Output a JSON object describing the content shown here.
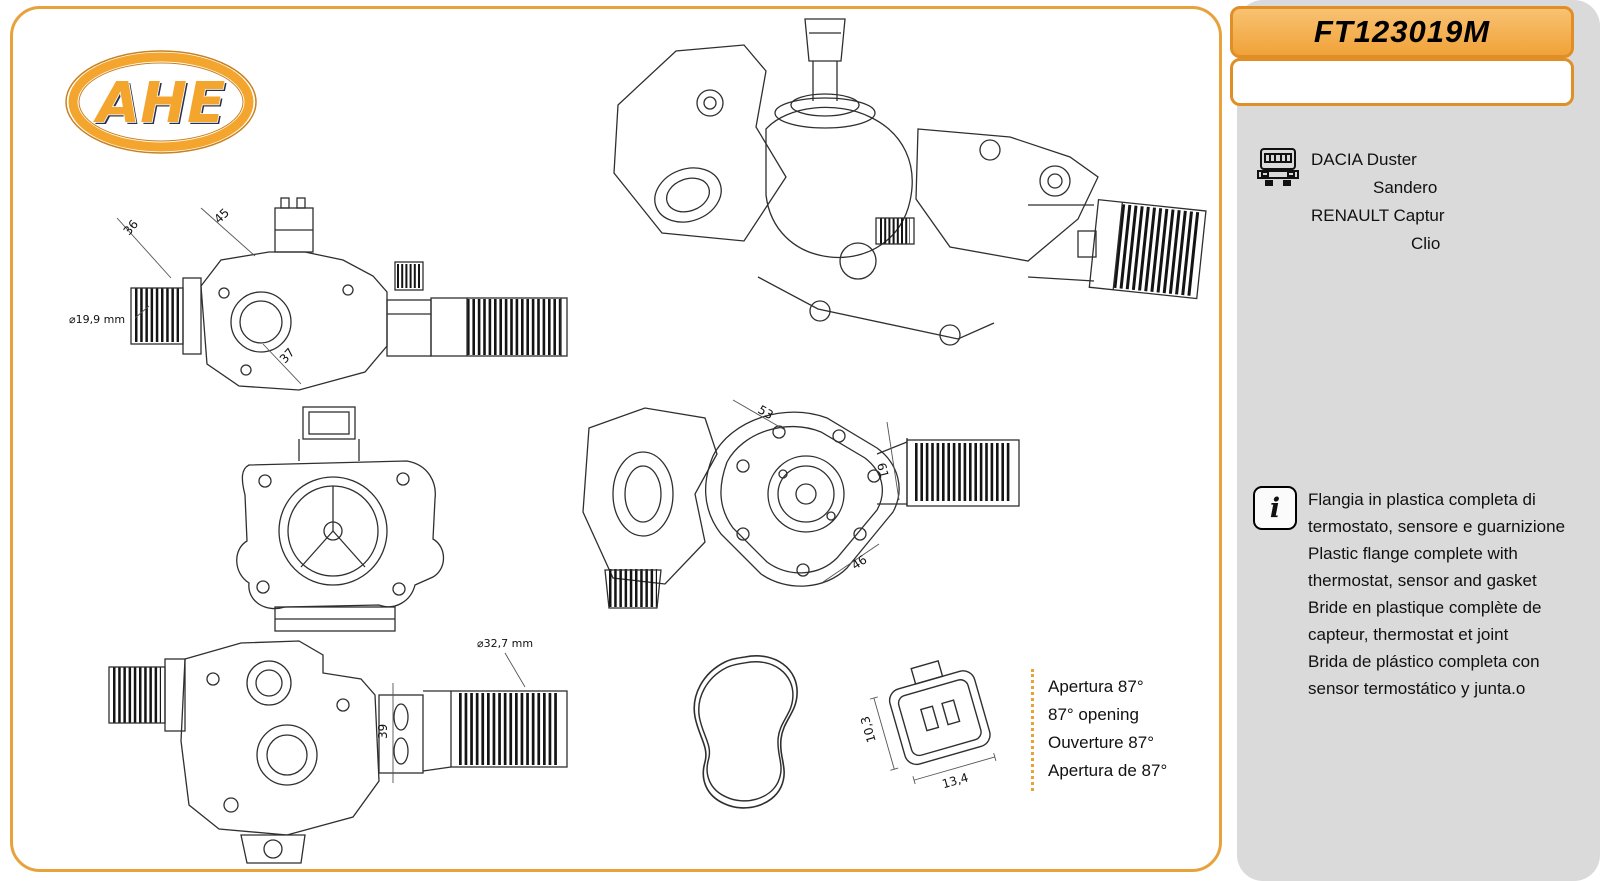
{
  "logo": {
    "text": "AHE"
  },
  "part": {
    "number": "FT123019M"
  },
  "applications": {
    "lines": [
      "DACIA Duster",
      "Sandero",
      "RENAULT Captur",
      "Clio"
    ]
  },
  "description": {
    "it": "Flangia in plastica completa di termostato, sensore e guarnizione",
    "en": "Plastic flange complete with thermostat, sensor and gasket",
    "fr": "Bride en plastique complète de capteur, thermostat et joint",
    "es": "Brida de plástico completa con sensor termostático y junta.o"
  },
  "opening": {
    "lines": [
      "Apertura 87°",
      "87° opening",
      "Ouverture 87°",
      "Apertura de 87°"
    ]
  },
  "dimensions": {
    "dia_small": "⌀19,9 mm",
    "dia_large": "⌀32,7 mm",
    "d36": "36",
    "d45": "45",
    "d37": "37",
    "d53": "53",
    "d61": "61",
    "d46": "46",
    "d39": "39",
    "d10_3": "10,3",
    "d13_4": "13,4"
  },
  "icons": {
    "info": "i"
  },
  "colors": {
    "accent": "#E8A23C",
    "part_box_top": "#F9C272",
    "part_box_bottom": "#F0A238",
    "panel_bg": "#DADADA",
    "logo_orange": "#F4A52E",
    "ink": "#2F2F2F"
  }
}
